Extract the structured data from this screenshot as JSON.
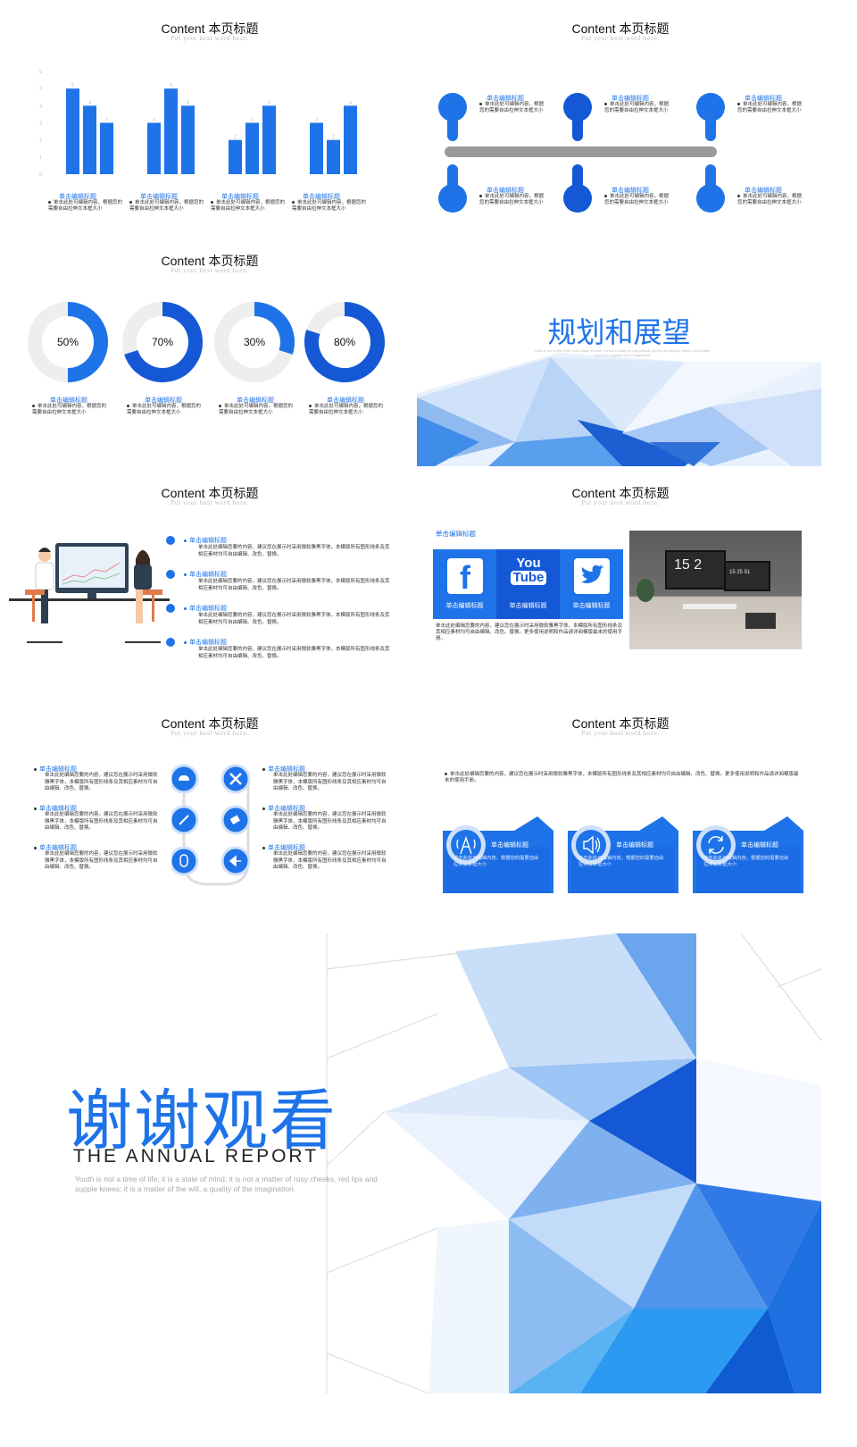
{
  "slides": {
    "bar": {
      "title": "Content 本页标题",
      "subtitle": "Put your best word here.",
      "groups": [
        {
          "label": "单击编辑标题",
          "text": "单击此处可编辑内容，根据您的需要自由拉伸文本框大小"
        },
        {
          "label": "单击编辑标题",
          "text": "单击此处可编辑内容，根据您的需要自由拉伸文本框大小"
        },
        {
          "label": "单击编辑标题",
          "text": "单击此处可编辑内容，根据您的需要自由拉伸文本框大小"
        },
        {
          "label": "单击编辑标题",
          "text": "单击此处可编辑内容，根据您的需要自由拉伸文本框大小"
        }
      ]
    },
    "timeline": {
      "title": "Content 本页标题",
      "subtitle": "Put your best word here.",
      "items": [
        {
          "label": "单击编辑标题",
          "text": "单击此处可编辑内容，根据您的需要自由拉伸文本框大小"
        },
        {
          "label": "单击编辑标题",
          "text": "单击此处可编辑内容，根据您的需要自由拉伸文本框大小"
        },
        {
          "label": "单击编辑标题",
          "text": "单击此处可编辑内容，根据您的需要自由拉伸文本框大小"
        },
        {
          "label": "单击编辑标题",
          "text": "单击此处可编辑内容，根据您的需要自由拉伸文本框大小"
        },
        {
          "label": "单击编辑标题",
          "text": "单击此处可编辑内容，根据您的需要自由拉伸文本框大小"
        },
        {
          "label": "单击编辑标题",
          "text": "单击此处可编辑内容，根据您的需要自由拉伸文本框大小"
        }
      ]
    },
    "donut": {
      "title": "Content 本页标题",
      "subtitle": "Put your best word here.",
      "items": [
        {
          "label": "单击编辑标题",
          "text": "单击此处可编辑内容，根据您的需要自由拉伸文本框大小"
        },
        {
          "label": "单击编辑标题",
          "text": "单击此处可编辑内容，根据您的需要自由拉伸文本框大小"
        },
        {
          "label": "单击编辑标题",
          "text": "单击此处可编辑内容，根据您的需要自由拉伸文本框大小"
        },
        {
          "label": "单击编辑标题",
          "text": "单击此处可编辑内容，根据您的需要自由拉伸文本框大小"
        }
      ]
    },
    "section": {
      "title": "规划和展望",
      "subtitle": "Youth is not a time of life; it is a state of mind; it is not a matter of rosy cheeks, red lips and supple knees; it is a matter of the will, a quality of the imagination."
    },
    "people": {
      "title": "Content 本页标题",
      "subtitle": "Put your best word here.",
      "items": [
        {
          "label": "单击编辑标题",
          "text": "单击此处编辑您要的内容，建议您在展示时采用微软雅黑字体，本模版所有图形线条及其相应素材均可自由编辑、改色、替换。"
        },
        {
          "label": "单击编辑标题",
          "text": "单击此处编辑您要的内容，建议您在展示时采用微软雅黑字体，本模版所有图形线条及其相应素材均可自由编辑、改色、替换。"
        },
        {
          "label": "单击编辑标题",
          "text": "单击此处编辑您要的内容，建议您在展示时采用微软雅黑字体，本模版所有图形线条及其相应素材均可自由编辑、改色、替换。"
        },
        {
          "label": "单击编辑标题",
          "text": "单击此处编辑您要的内容，建议您在展示时采用微软雅黑字体，本模版所有图形线条及其相应素材均可自由编辑、改色、替换。"
        }
      ]
    },
    "social": {
      "title": "Content 本页标题",
      "subtitle": "Put your best word here.",
      "heading": "单击编辑标题",
      "tiles": [
        {
          "label": "单击编辑标题",
          "icon": "facebook-icon",
          "glyph": "f"
        },
        {
          "label": "单击编辑标题",
          "icon": "youtube-icon",
          "glyph_top": "You",
          "glyph_bottom": "Tube"
        },
        {
          "label": "单击编辑标题",
          "icon": "twitter-icon",
          "glyph": ""
        }
      ],
      "body": "单击此处编辑您要的内容，建议您在展示时采用微软雅黑字体，本模版所有图形线条及其相应素材均可自由编辑、改色、替换。更多使用说明和作品请详阅模版最末的使用手册。",
      "clock_large": "15 2",
      "clock_small": "15 25 51"
    },
    "icons": {
      "title": "Content 本页标题",
      "subtitle": "Put your best word here.",
      "left": [
        {
          "label": "单击编辑标题",
          "text": "单击此处编辑您要的内容，建议您在展示时采用微软雅黑字体，本模版所有图形线条及其相应素材均可自由编辑、改色、替换。"
        },
        {
          "label": "单击编辑标题",
          "text": "单击此处编辑您要的内容，建议您在展示时采用微软雅黑字体，本模版所有图形线条及其相应素材均可自由编辑、改色、替换。"
        },
        {
          "label": "单击编辑标题",
          "text": "单击此处编辑您要的内容，建议您在展示时采用微软雅黑字体，本模版所有图形线条及其相应素材均可自由编辑、改色、替换。"
        }
      ],
      "right": [
        {
          "label": "单击编辑标题",
          "text": "单击此处编辑您要的内容，建议您在展示时采用微软雅黑字体，本模版所有图形线条及其相应素材均可自由编辑、改色、替换。"
        },
        {
          "label": "单击编辑标题",
          "text": "单击此处编辑您要的内容，建议您在展示时采用微软雅黑字体，本模版所有图形线条及其相应素材均可自由编辑、改色、替换。"
        },
        {
          "label": "单击编辑标题",
          "text": "单击此处编辑您要的内容，建议您在展示时采用微软雅黑字体，本模版所有图形线条及其相应素材均可自由编辑、改色、替换。"
        }
      ]
    },
    "cards": {
      "title": "Content 本页标题",
      "subtitle": "Put your best word here.",
      "intro": "单击此处编辑您要的内容，建议您在展示时采用微软雅黑字体，本模版所有图形线条及其相应素材均可自由编辑、改色、替换。更多使用说明和作品请详阅模版最末的使用手册。",
      "items": [
        {
          "label": "单击编辑标题",
          "text": "单击此处可编辑内容，根据您的需要自由拉伸文本框大小",
          "icon": "signal-tower-icon"
        },
        {
          "label": "单击编辑标题",
          "text": "单击此处可编辑内容，根据您的需要自由拉伸文本框大小",
          "icon": "speaker-icon"
        },
        {
          "label": "单击编辑标题",
          "text": "单击此处可编辑内容，根据您的需要自由拉伸文本框大小",
          "icon": "refresh-icon"
        }
      ]
    },
    "thanks": {
      "title": "谢谢观看",
      "subtitle": "THE ANNUAL REPORT",
      "text": "Youth is not a time of life; it is a state of mind; it is not a matter of rosy cheeks, red lips and supple knees; it is a matter of the will, a quality of the imagination."
    }
  },
  "chart_data": [
    {
      "type": "bar",
      "categories": [
        "",
        "",
        "",
        ""
      ],
      "series": [
        {
          "values": [
            5,
            3,
            2,
            3
          ]
        },
        {
          "values": [
            4,
            5,
            3,
            2
          ]
        },
        {
          "values": [
            3,
            4,
            4,
            4
          ]
        }
      ],
      "ylim": [
        0,
        6
      ],
      "yticks": [
        0,
        1,
        2,
        3,
        4,
        5,
        6
      ],
      "data_labels": [
        [
          5,
          4,
          3
        ],
        [
          4,
          5,
          4
        ],
        [
          2,
          3,
          4
        ],
        [
          3,
          2,
          4
        ]
      ]
    },
    {
      "type": "pie",
      "donuts": [
        {
          "value": 50,
          "label": "50%"
        },
        {
          "value": 70,
          "label": "70%"
        },
        {
          "value": 30,
          "label": "30%"
        },
        {
          "value": 80,
          "label": "80%"
        }
      ]
    }
  ],
  "colors": {
    "accent": "#1e73e8",
    "accent_dark": "#1558d6",
    "ring": "#eeeeee",
    "bar": "#1e73e8"
  }
}
